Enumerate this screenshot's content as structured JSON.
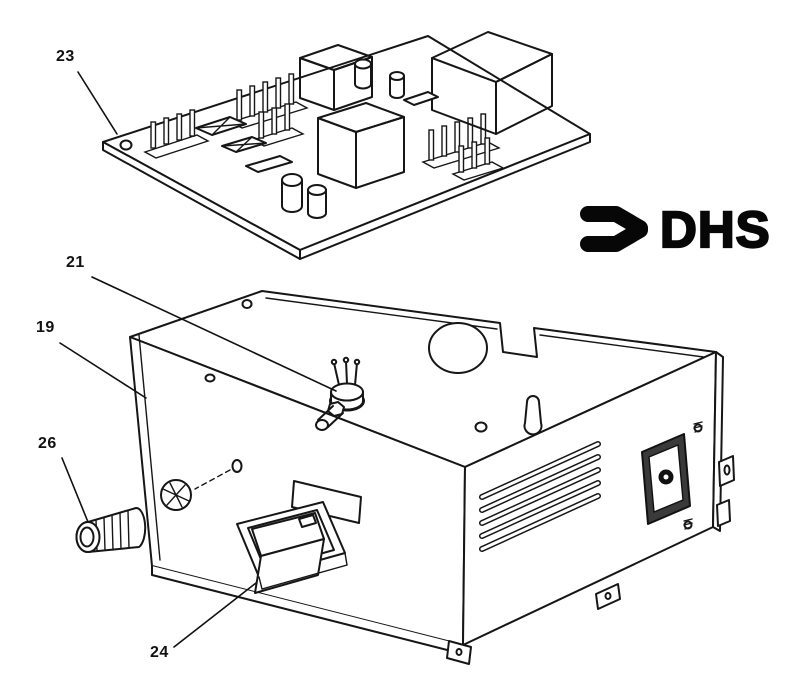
{
  "logo": {
    "text": "DHS"
  },
  "parts": [
    {
      "number": "23",
      "part": "circuit-board"
    },
    {
      "number": "21",
      "part": "potentiometer"
    },
    {
      "number": "19",
      "part": "chassis"
    },
    {
      "number": "26",
      "part": "control-knob"
    },
    {
      "number": "24",
      "part": "rocker-switch"
    }
  ],
  "colors": {
    "line": "#161616",
    "fill_white": "#ffffff",
    "fill_light_gray": "#d5d5d5",
    "fill_mid_gray": "#a9a9a9",
    "fill_dark_gray": "#7d7d7d",
    "logo_black": "#070707"
  }
}
